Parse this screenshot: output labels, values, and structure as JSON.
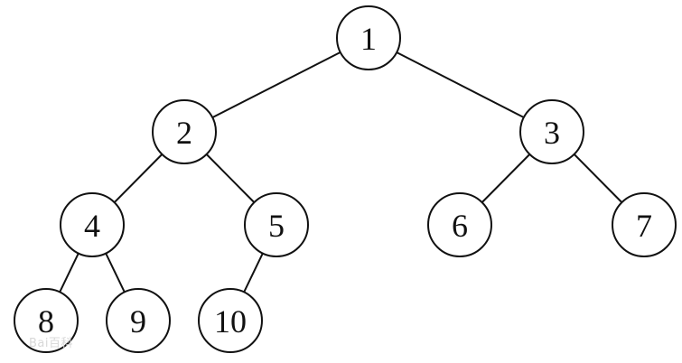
{
  "nodes": [
    {
      "id": "n1",
      "label": "1"
    },
    {
      "id": "n2",
      "label": "2"
    },
    {
      "id": "n3",
      "label": "3"
    },
    {
      "id": "n4",
      "label": "4"
    },
    {
      "id": "n5",
      "label": "5"
    },
    {
      "id": "n6",
      "label": "6"
    },
    {
      "id": "n7",
      "label": "7"
    },
    {
      "id": "n8",
      "label": "8"
    },
    {
      "id": "n9",
      "label": "9"
    },
    {
      "id": "n10",
      "label": "10"
    }
  ],
  "edges": [
    [
      "n1",
      "n2"
    ],
    [
      "n1",
      "n3"
    ],
    [
      "n2",
      "n4"
    ],
    [
      "n2",
      "n5"
    ],
    [
      "n3",
      "n6"
    ],
    [
      "n3",
      "n7"
    ],
    [
      "n4",
      "n8"
    ],
    [
      "n4",
      "n9"
    ],
    [
      "n5",
      "n10"
    ]
  ],
  "watermark": {
    "text": "Bai百科"
  },
  "colors": {
    "stroke": "#111111",
    "fill": "#ffffff",
    "watermark": "#d8d8d8"
  }
}
